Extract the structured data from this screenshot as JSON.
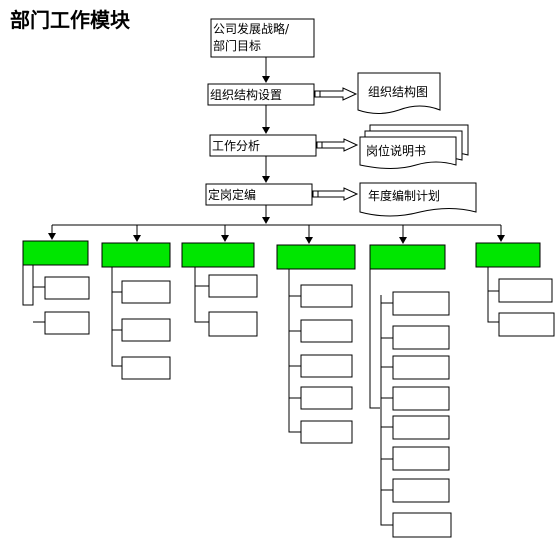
{
  "title": "部门工作模块",
  "flow": {
    "step1_line1": "公司发展战略/",
    "step1_line2": "部门目标",
    "step2": "组织结构设置",
    "step3": "工作分析",
    "step4": "定岗定编"
  },
  "documents": {
    "doc1": "组织结构图",
    "doc2": "岗位说明书",
    "doc3": "年度编制计划"
  },
  "colors": {
    "module_header": "#00e600",
    "line": "#000000"
  },
  "modules": [
    {
      "id": "m1",
      "sub_count": 2
    },
    {
      "id": "m2",
      "sub_count": 3
    },
    {
      "id": "m3",
      "sub_count": 2
    },
    {
      "id": "m4",
      "sub_count": 5
    },
    {
      "id": "m5",
      "sub_count": 8
    },
    {
      "id": "m6",
      "sub_count": 2
    }
  ]
}
